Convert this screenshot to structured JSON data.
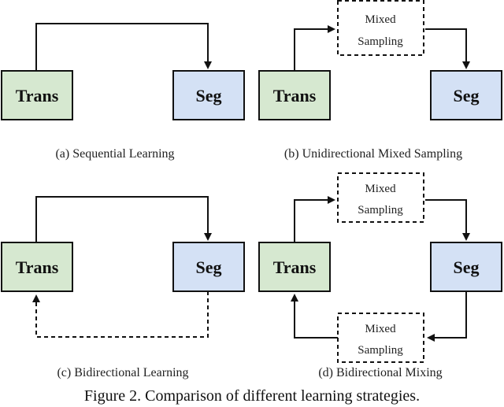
{
  "colors": {
    "trans_fill": "#D6E8D0",
    "seg_fill": "#D4E1F5",
    "mixed_fill": "#FFFFFF",
    "stroke": "#111111"
  },
  "labels": {
    "trans": "Trans",
    "seg": "Seg",
    "mixed_line1": "Mixed",
    "mixed_line2": "Sampling"
  },
  "panels": {
    "a": {
      "caption": "(a) Sequential Learning"
    },
    "b": {
      "caption": "(b) Unidirectional Mixed Sampling"
    },
    "c": {
      "caption": "(c) Bidirectional Learning"
    },
    "d": {
      "caption": "(d) Bidirectional Mixing"
    }
  },
  "figure_caption": "Figure 2. Comparison of different learning strategies."
}
